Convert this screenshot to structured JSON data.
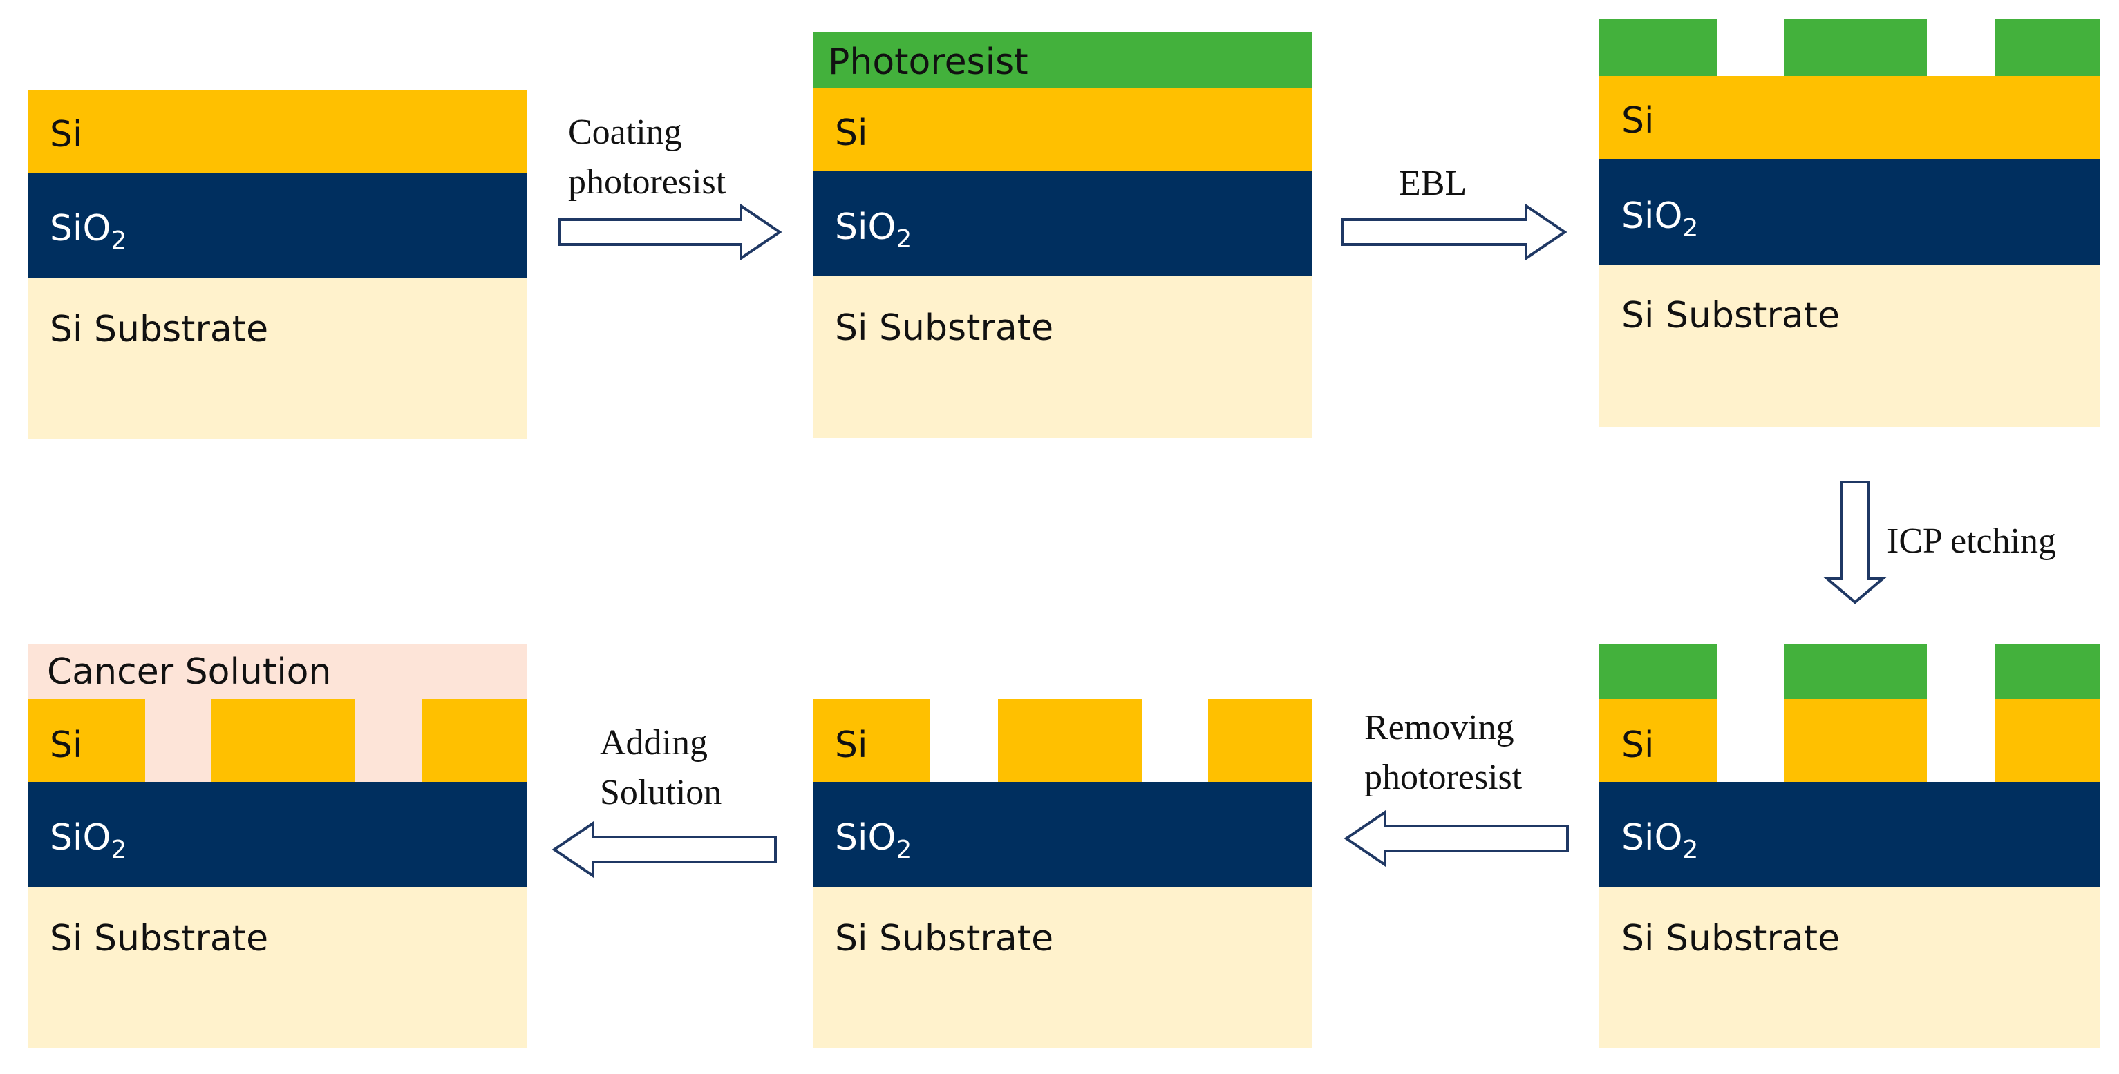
{
  "colors": {
    "si": "#ffc000",
    "sio2": "#002f5f",
    "substrate": "#fff2cc",
    "photoresist": "#43b13c",
    "solution": "#fde4d8",
    "arrow_outline": "#1f3864"
  },
  "layers": {
    "si": "Si",
    "sio2_main": "SiO",
    "sio2_sub": "2",
    "substrate": "Si Substrate",
    "photoresist": "Photoresist",
    "solution": "Cancer Solution"
  },
  "steps": {
    "coating_line1": "Coating",
    "coating_line2": "photoresist",
    "ebl": "EBL",
    "icp": "ICP etching",
    "removing_line1": "Removing",
    "removing_line2": "photoresist",
    "adding_line1": "Adding",
    "adding_line2": "Solution"
  }
}
